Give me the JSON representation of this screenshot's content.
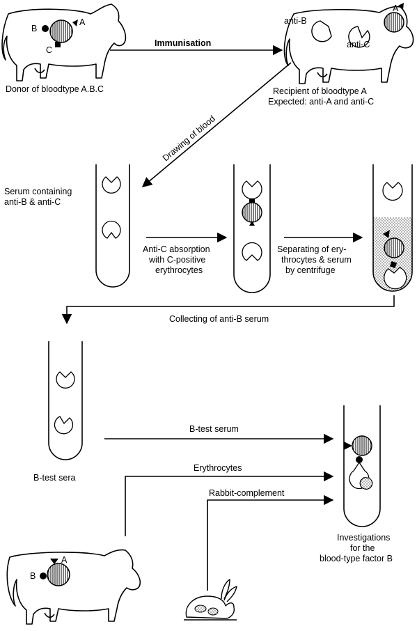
{
  "donor": {
    "caption": "Donor of bloodtype A.B.C",
    "marker_a": "A",
    "marker_b": "B",
    "marker_c": "C"
  },
  "arrows": {
    "immunisation": "Immunisation",
    "drawing_of_blood": "Drawing of blood",
    "absorption_line1": "Anti-C absorption",
    "absorption_line2": "with C-positive",
    "absorption_line3": "erythrocytes",
    "separating_line1": "Separating of ery-",
    "separating_line2": "throcytes & serum",
    "separating_line3": "by centrifuge",
    "collecting": "Collecting of anti-B serum",
    "b_test_serum": "B-test serum",
    "erythrocytes": "Erythrocytes",
    "rabbit_complement": "Rabbit-complement"
  },
  "recipient": {
    "caption_line1": "Recipient of bloodtype A",
    "caption_line2": "Expected: anti-A and anti-C",
    "anti_b": "anti-B",
    "anti_c": "anti-C",
    "marker_a": "A"
  },
  "serum_tube": {
    "caption_line1": "Serum containing",
    "caption_line2": "anti-B & anti-C"
  },
  "b_test": {
    "caption": "B-test sera"
  },
  "cow2": {
    "marker_a": "A",
    "marker_b": "B"
  },
  "investigation": {
    "caption_line1": "Investigations",
    "caption_line2": "for the",
    "caption_line3": "blood-type factor B"
  }
}
